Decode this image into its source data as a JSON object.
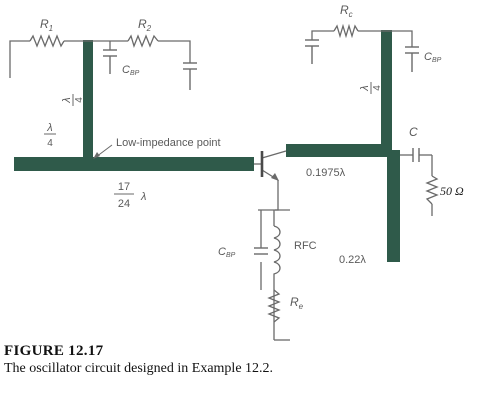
{
  "figure": {
    "labels": {
      "r1": "R",
      "r1_sub": "1",
      "r2": "R",
      "r2_sub": "2",
      "rc": "R",
      "rc_sub": "c",
      "re": "R",
      "re_sub": "e",
      "cbp_left": "C",
      "cbp_left_sub": "BP",
      "cbp_right": "C",
      "cbp_right_sub": "BP",
      "cbp_bottom": "C",
      "cbp_bottom_sub": "BP",
      "lambda_4_upper_num": "λ",
      "lambda_4_upper_den": "4",
      "lambda_4_left_num": "λ",
      "lambda_4_left_den": "4",
      "lambda_4_right_num": "λ",
      "lambda_4_right_den": "4",
      "low_impedance": "Low-impedance point",
      "frac_17_num": "17",
      "frac_24_den": "24",
      "frac_lambda": "λ",
      "len_01975": "0.1975λ",
      "len_022": "0.22λ",
      "cap_c": "C",
      "rfc": "RFC",
      "load": "50 Ω"
    },
    "colors": {
      "line": "#2f5a4a",
      "wire": "#6a6a6a"
    }
  },
  "caption": {
    "title": "FIGURE 12.17",
    "text": "The oscillator circuit designed in Example 12.2."
  }
}
